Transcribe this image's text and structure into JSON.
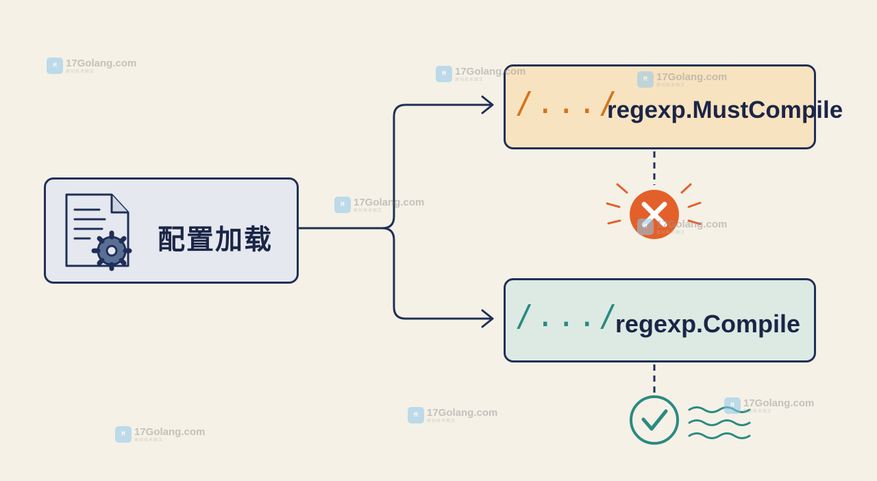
{
  "nodes": {
    "config": {
      "label": "配置加载"
    },
    "must_compile": {
      "regex_mark": "/.../",
      "label": "regexp.MustCompile"
    },
    "compile": {
      "regex_mark": "/.../",
      "label": "regexp.Compile"
    }
  },
  "status": {
    "must_compile": {
      "icon": "x-circle-icon",
      "color": "#e4602a"
    },
    "compile": {
      "icon": "check-circle-icon",
      "color": "#2a8a82"
    }
  },
  "watermark": {
    "site": "17Golang.com",
    "tagline": "原创技术图文",
    "logo_text": "M"
  },
  "colors": {
    "ink": "#1f2f57",
    "must_fill": "#f8e3c0",
    "compile_fill": "#dceae3",
    "config_fill": "#e5e8ee",
    "regex_orange": "#d4731d",
    "regex_teal": "#2a8a82"
  }
}
